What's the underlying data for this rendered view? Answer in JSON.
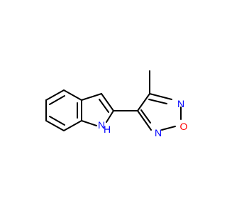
{
  "molecule": {
    "atoms": {
      "n_ring_top": {
        "label": "N",
        "color": "#0000ff"
      },
      "o_ring": {
        "label": "O",
        "color": "#ff0000"
      },
      "n_ring_bottom": {
        "label": "N",
        "color": "#0000ff"
      },
      "indole_n": {
        "label": "H",
        "color": "#0000ff"
      },
      "indole_n_label": {
        "label": "N",
        "color": "#0000ff"
      }
    }
  }
}
